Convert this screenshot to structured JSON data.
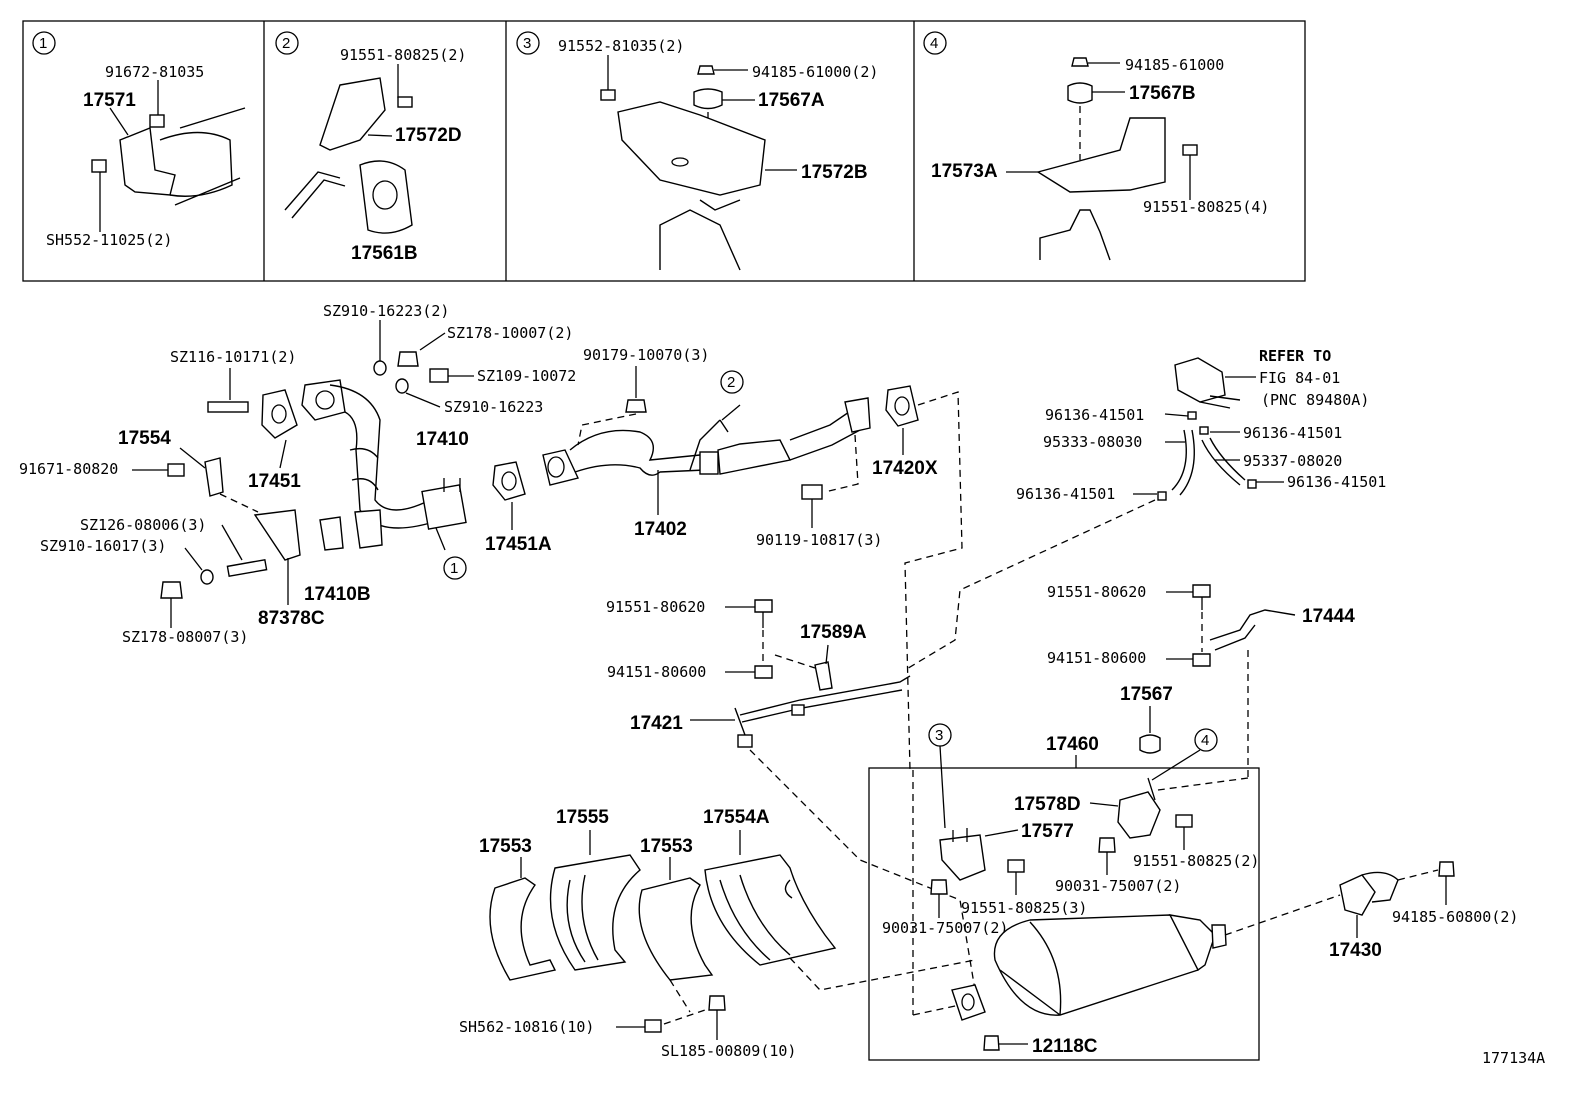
{
  "figure_id": "177134A",
  "insets": [
    {
      "num": "1",
      "labels": [
        "91672-81035",
        "17571",
        "SH552-11025(2)"
      ]
    },
    {
      "num": "2",
      "labels": [
        "91551-80825(2)",
        "17572D",
        "17561B"
      ]
    },
    {
      "num": "3",
      "labels": [
        "91552-81035(2)",
        "94185-61000(2)",
        "17567A",
        "17572B"
      ]
    },
    {
      "num": "4",
      "labels": [
        "94185-61000",
        "17567B",
        "17573A",
        "91551-80825(4)"
      ]
    }
  ],
  "labels": {
    "sz910_16223_2": "SZ910-16223(2)",
    "sz178_10007_2": "SZ178-10007(2)",
    "sz116_10171_2": "SZ116-10171(2)",
    "sz109_10072": "SZ109-10072",
    "sz910_16223": "SZ910-16223",
    "p17554": "17554",
    "p91671_80820": "91671-80820",
    "p17451": "17451",
    "p17410": "17410",
    "sz126_08006_3": "SZ126-08006(3)",
    "sz910_16017_3": "SZ910-16017(3)",
    "p87378c": "87378C",
    "p17410b": "17410B",
    "sz178_08007_3": "SZ178-08007(3)",
    "p17451a": "17451A",
    "p90179_10070_3": "90179-10070(3)",
    "p17402": "17402",
    "p17420x": "17420X",
    "p90119_10817_3": "90119-10817(3)",
    "refer_to": "REFER TO",
    "fig_84_01": "FIG 84-01",
    "pnc_89480a": "(PNC 89480A)",
    "p96136_41501_a": "96136-41501",
    "p95333_08030": "95333-08030",
    "p96136_41501_b": "96136-41501",
    "p95337_08020": "95337-08020",
    "p96136_41501_c": "96136-41501",
    "p96136_41501_d": "96136-41501",
    "p91551_80620_a": "91551-80620",
    "p17589a": "17589A",
    "p94151_80600_a": "94151-80600",
    "p17421": "17421",
    "p91551_80620_b": "91551-80620",
    "p17444": "17444",
    "p94151_80600_b": "94151-80600",
    "p17567": "17567",
    "p17460": "17460",
    "p17578d": "17578D",
    "p17577": "17577",
    "p91551_80825_2": "91551-80825(2)",
    "p90031_75007_2": "90031-75007(2)",
    "p91551_80825_3": "91551-80825(3)",
    "p90031_75007_2b": "90031-75007(2)",
    "p12118c": "12118C",
    "p17553_a": "17553",
    "p17555": "17555",
    "p17553_b": "17553",
    "p17554a": "17554A",
    "sh562_10816_10": "SH562-10816(10)",
    "sl185_00809_10": "SL185-00809(10)",
    "p17430": "17430",
    "p94185_60800_2": "94185-60800(2)"
  },
  "callouts": [
    "1",
    "2",
    "3",
    "4"
  ]
}
